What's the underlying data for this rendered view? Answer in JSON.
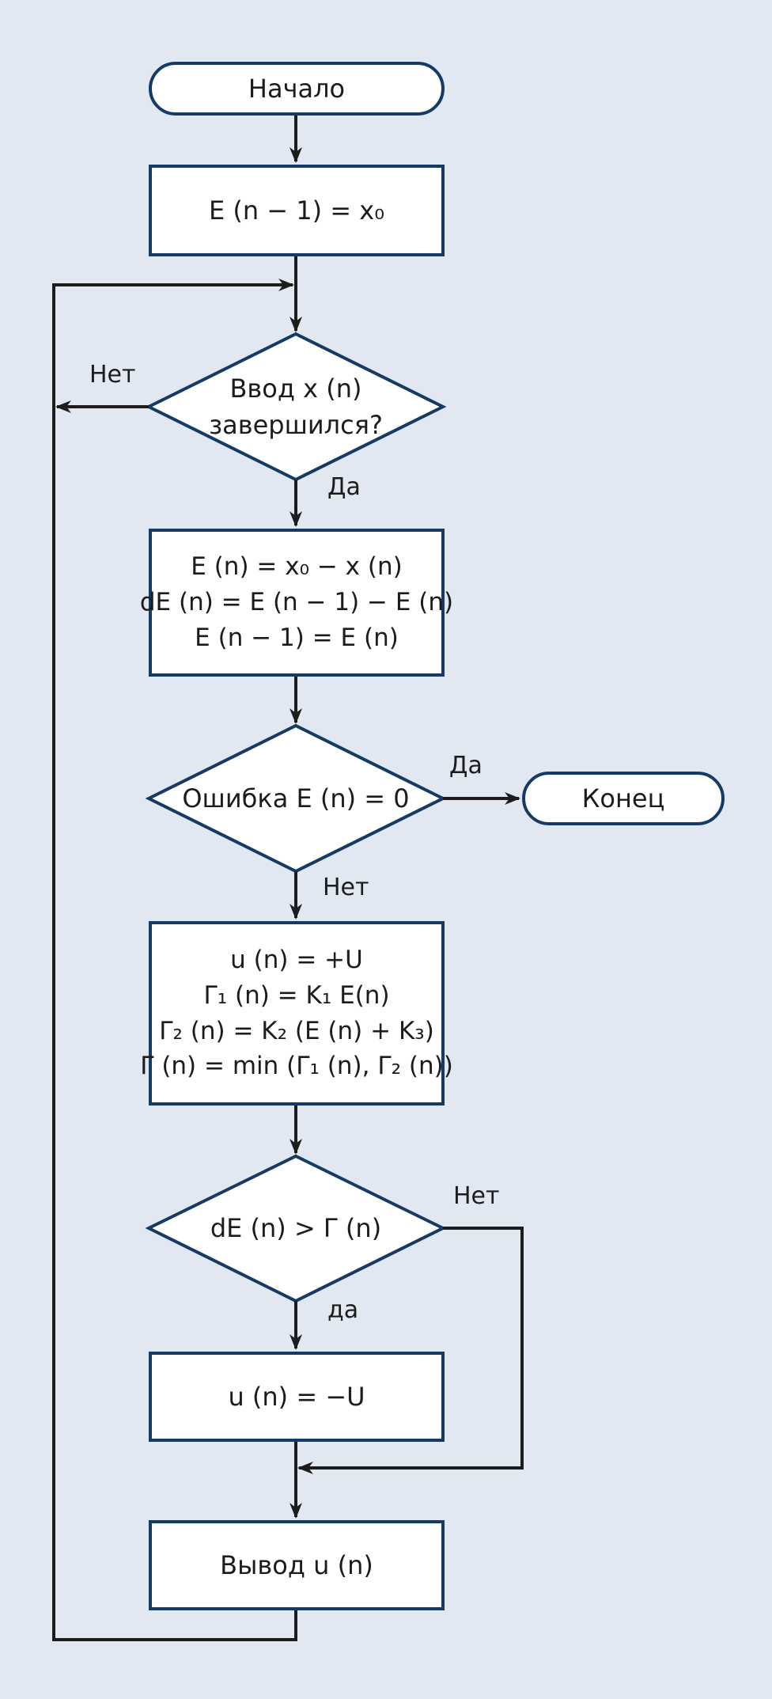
{
  "diagram": {
    "start_label": "Начало",
    "end_label": "Конец",
    "init_box": [
      "E (n − 1) = x₀"
    ],
    "decision_input": [
      "Ввод x (n)",
      "завершился?"
    ],
    "compute_box": [
      "E (n) = x₀ − x (n)",
      "dE (n) = E (n − 1) − E (n)",
      "E (n − 1) = E (n)"
    ],
    "decision_error": [
      "Ошибка E (n) = 0"
    ],
    "control_box": [
      "u (n) = +U",
      "Γ₁ (n) = K₁   E(n)",
      "Γ₂ (n) = K₂   (E (n) + K₃)",
      "Γ (n) = min (Γ₁ (n), Γ₂ (n))"
    ],
    "decision_threshold": [
      "dE (n) > Γ (n)"
    ],
    "negate_box": [
      "u (n) = −U"
    ],
    "output_box": [
      "Вывод u (n)"
    ],
    "edge_labels": {
      "no_input": "Нет",
      "yes_input": "Да",
      "yes_error": "Да",
      "no_error": "Нет",
      "no_threshold": "Нет",
      "yes_threshold": "да"
    },
    "colors": {
      "background": "#e2e8f1",
      "node_border": "#153a63",
      "node_fill": "#ffffff",
      "line": "#1c1c1c"
    }
  }
}
